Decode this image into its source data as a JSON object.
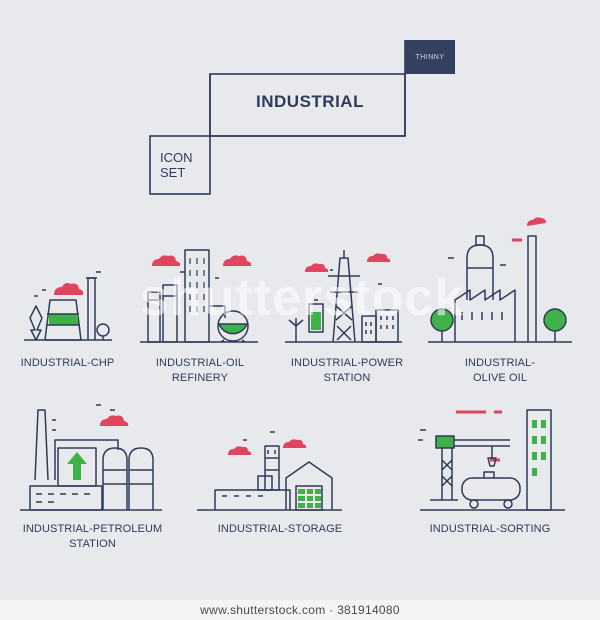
{
  "header": {
    "title": "INDUSTRIAL",
    "badge": "THINNY",
    "subtitle_line1": "ICON",
    "subtitle_line2": "SET"
  },
  "icons": [
    {
      "label": "INDUSTRIAL-CHP",
      "icon": "chp-plant-icon"
    },
    {
      "label_line1": "INDUSTRIAL-OIL",
      "label_line2": "REFINERY",
      "icon": "oil-refinery-icon"
    },
    {
      "label_line1": "INDUSTRIAL-POWER",
      "label_line2": "STATION",
      "icon": "power-station-icon"
    },
    {
      "label_line1": "INDUSTRIAL-",
      "label_line2": "OLIVE OIL",
      "icon": "olive-oil-factory-icon"
    },
    {
      "label_line1": "INDUSTRIAL-PETROLEUM",
      "label_line2": "STATION",
      "icon": "petroleum-station-icon"
    },
    {
      "label": "INDUSTRIAL-STORAGE",
      "icon": "storage-warehouse-icon"
    },
    {
      "label": "INDUSTRIAL-SORTING",
      "icon": "sorting-crane-icon"
    }
  ],
  "watermark": "shutterstock",
  "footer": {
    "text": "www.shutterstock.com · 381914080"
  },
  "colors": {
    "background": "#e8e9ed",
    "line": "#2f3b59",
    "accent_green": "#3fb14a",
    "accent_red": "#e0445f",
    "badge_bg": "#34405f"
  }
}
